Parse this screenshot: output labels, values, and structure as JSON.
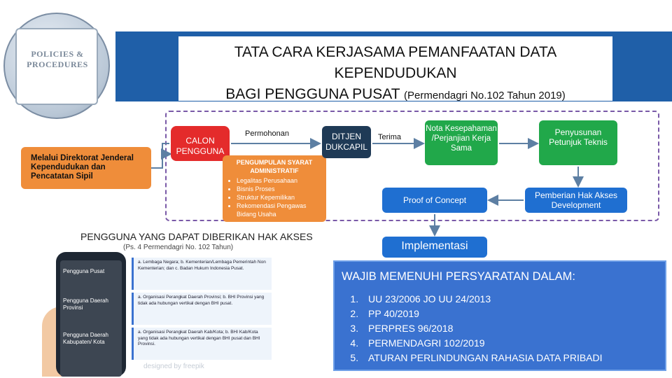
{
  "title": {
    "line1": "TATA CARA KERJASAMA PEMANFAATAN DATA",
    "line2": "KEPENDUDUKAN",
    "line3_main": "BAGI PENGGUNA PUSAT",
    "line3_sub": "(Permendagri No.102 Tahun 2019)"
  },
  "logo": {
    "line1": "POLICIES &",
    "line2": "PROCEDURES"
  },
  "flow": {
    "melalui": "Melalui Direktorat Jenderal Kependudukan dan Pencatatan Sipil",
    "calon": "CALON PENGGUNA",
    "permohonan": "Permohonan",
    "pengumpulan_title": "PENGUMPULAN SYARAT ADMINISTRATIF",
    "pengumpulan_items": [
      "Legalitas Perusahaan",
      "Bisnis Proses",
      "Struktur Kepemilikan",
      "Rekomendasi Pengawas Bidang Usaha"
    ],
    "ditjen": "DITJEN DUKCAPIL",
    "terima": "Terima",
    "nota": "Nota Kesepahaman /Perjanjian Kerja Sama",
    "penyusunan": "Penyusunan Petunjuk Teknis",
    "proof": "Proof of Concept",
    "pemberian": "Pemberian Hak Akses Development",
    "implementasi": "Implementasi"
  },
  "wajib": {
    "heading": "WAJIB MEMENUHI PERSYARATAN DALAM:",
    "items": [
      "UU 23/2006 JO UU 24/2013",
      "PP 40/2019",
      "PERPRES 96/2018",
      "PERMENDAGRI 102/2019",
      "ATURAN PERLINDUNGAN RAHASIA DATA PRIBADI"
    ]
  },
  "infographic": {
    "title": "PENGGUNA YANG DAPAT DIBERIKAN HAK AKSES",
    "subtitle": "(Ps. 4 Permendagri No. 102 Tahun)",
    "phone_items": [
      "Pengguna Pusat",
      "Pengguna Daerah Provinsi",
      "Pengguna Daerah Kabupaten/ Kota"
    ],
    "cards": [
      "a. Lembaga Negara; b. Kementerian/Lembaga Pemerintah Non Kementerian; dan c. Badan Hukum Indonesia Pusat.",
      "a. Organisasi Perangkat Daerah Provinsi; b. BHI Provinsi yang tidak ada hubungan vertikal dengan BHI pusat.",
      "a. Organisasi Perangkat Daerah Kab/Kota; b. BHI Kab/Kota yang tidak ada hubungan vertikal dengan BHI pusat dan BHI Provinsi."
    ],
    "designed": "designed by freepik"
  }
}
